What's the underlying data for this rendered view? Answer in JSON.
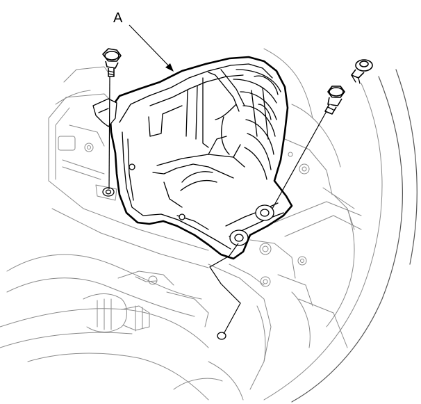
{
  "callouts": {
    "part_a": "A"
  },
  "parts": [
    {
      "id": "A",
      "description_icon": "air-cleaner-housing-bracket"
    }
  ],
  "fasteners": [
    {
      "type": "bolt",
      "count": 1,
      "icon": "bolt-icon"
    },
    {
      "type": "bolt",
      "count": 1,
      "icon": "bolt-icon"
    },
    {
      "type": "clip",
      "count": 1,
      "icon": "clip-icon"
    }
  ],
  "colors": {
    "line": "#000000",
    "background_line": "#8a8a8a",
    "fill": "#ffffff"
  }
}
